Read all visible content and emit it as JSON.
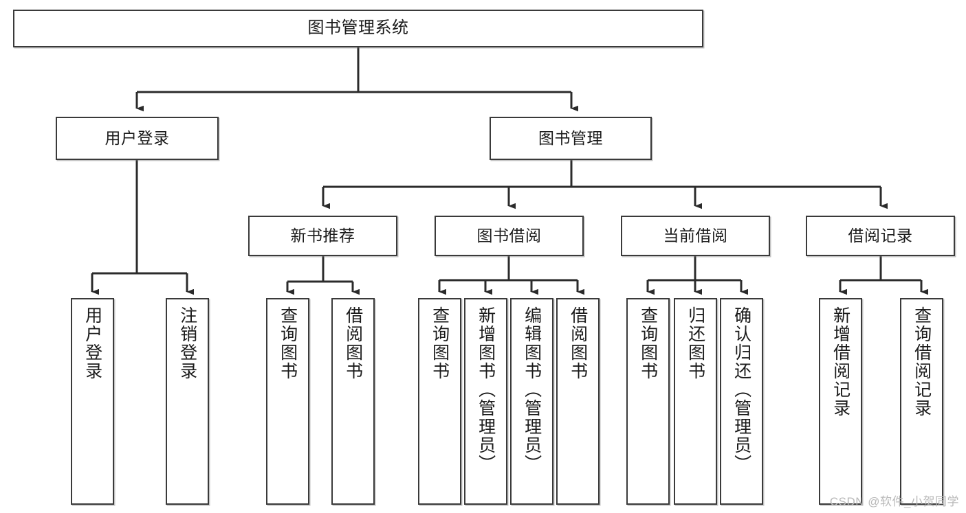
{
  "diagram": {
    "type": "tree-hierarchy",
    "title": "图书管理系统",
    "orientation": "top-down",
    "watermark": "CSDN @软件_小贺同学",
    "colors": {
      "box_border": "#3a3a3a",
      "box_fill": "#ffffff",
      "edge": "#2b2b2b",
      "text": "#1b1b1b",
      "watermark": "#b9b9b9"
    },
    "nodes": {
      "root": {
        "label": "图书管理系统"
      },
      "level2": [
        {
          "id": "user-login",
          "label": "用户登录"
        },
        {
          "id": "book-management",
          "label": "图书管理"
        }
      ],
      "level3": [
        {
          "id": "new-book-recommend",
          "label": "新书推荐"
        },
        {
          "id": "book-borrow",
          "label": "图书借阅"
        },
        {
          "id": "current-borrow",
          "label": "当前借阅"
        },
        {
          "id": "borrow-record",
          "label": "借阅记录"
        }
      ],
      "leaves": [
        {
          "id": "leaf-user-login",
          "label": "用户登录",
          "parent": "user-login"
        },
        {
          "id": "leaf-logout-login",
          "label": "注销登录",
          "parent": "user-login"
        },
        {
          "id": "leaf-query-book-1",
          "label": "查询图书",
          "parent": "new-book-recommend"
        },
        {
          "id": "leaf-borrow-book-1",
          "label": "借阅图书",
          "parent": "new-book-recommend"
        },
        {
          "id": "leaf-query-book-2",
          "label": "查询图书",
          "parent": "book-borrow"
        },
        {
          "id": "leaf-add-book",
          "label": "新增图书（管理员）",
          "parent": "book-borrow"
        },
        {
          "id": "leaf-edit-book",
          "label": "编辑图书（管理员）",
          "parent": "book-borrow"
        },
        {
          "id": "leaf-borrow-book-2",
          "label": "借阅图书",
          "parent": "book-borrow"
        },
        {
          "id": "leaf-query-book-3",
          "label": "查询图书",
          "parent": "current-borrow"
        },
        {
          "id": "leaf-return-book",
          "label": "归还图书",
          "parent": "current-borrow"
        },
        {
          "id": "leaf-confirm-return",
          "label": "确认归还（管理员）",
          "parent": "current-borrow"
        },
        {
          "id": "leaf-add-record",
          "label": "新增借阅记录",
          "parent": "borrow-record"
        },
        {
          "id": "leaf-query-record",
          "label": "查询借阅记录",
          "parent": "borrow-record"
        }
      ]
    }
  }
}
